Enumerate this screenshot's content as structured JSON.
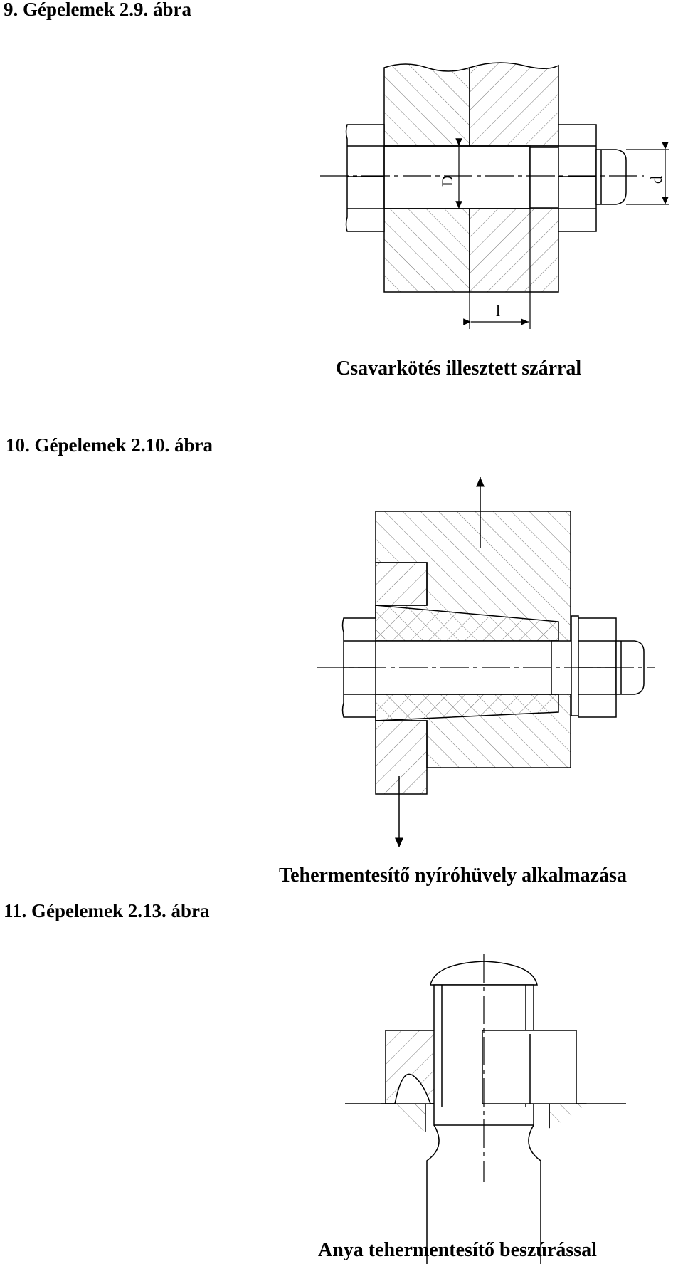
{
  "figures": [
    {
      "heading": "9.  Gépelemek 2.9. ábra",
      "caption": "Csavarkötés illesztett szárral",
      "labels": {
        "D": "D",
        "d": "d",
        "l": "l"
      }
    },
    {
      "heading": "10.  Gépelemek 2.10. ábra",
      "caption": "Tehermentesítő nyíróhüvely alkalmazása"
    },
    {
      "heading": "11. Gépelemek 2.13. ábra",
      "caption": "Anya tehermentesítő beszúrással"
    }
  ]
}
